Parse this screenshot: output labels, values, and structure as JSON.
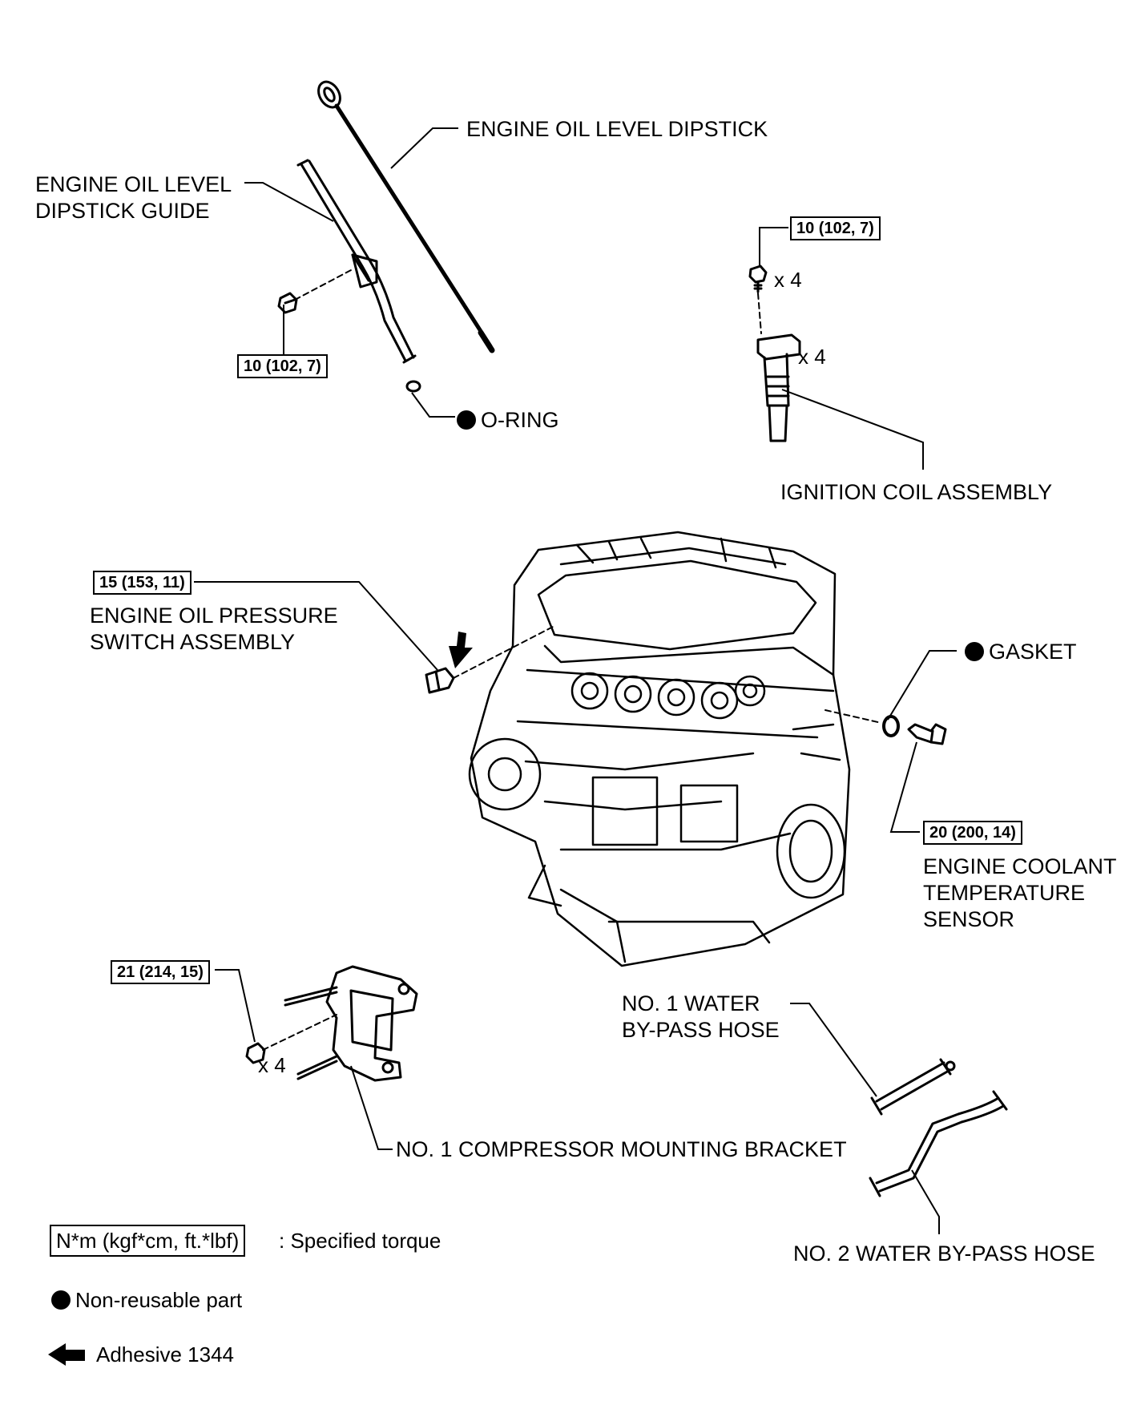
{
  "labels": {
    "dipstick": "ENGINE OIL LEVEL DIPSTICK",
    "guide_l1": "ENGINE OIL LEVEL",
    "guide_l2": "DIPSTICK GUIDE",
    "oring": "O-RING",
    "ignition": "IGNITION COIL ASSEMBLY",
    "pressure_l1": "ENGINE OIL PRESSURE",
    "pressure_l2": "SWITCH ASSEMBLY",
    "gasket": "GASKET",
    "coolant_l1": "ENGINE COOLANT",
    "coolant_l2": "TEMPERATURE",
    "coolant_l3": "SENSOR",
    "hose1_l1": "NO. 1 WATER",
    "hose1_l2": "BY-PASS HOSE",
    "bracket": "NO. 1 COMPRESSOR MOUNTING BRACKET",
    "hose2": "NO. 2 WATER BY-PASS HOSE"
  },
  "torques": {
    "guide_bolt": "10 (102, 7)",
    "coil_bolt": "10 (102, 7)",
    "pressure_switch": "15 (153, 11)",
    "coolant_sensor": "20 (200, 14)",
    "bracket_bolt": "21 (214, 15)"
  },
  "quantities": {
    "coil_bolt": "x 4",
    "coil": "x 4",
    "bracket_bolt": "x 4"
  },
  "legend": {
    "torque_box": "N*m (kgf*cm, ft.*lbf)",
    "torque_text": ": Specified torque",
    "nonreusable": "Non-reusable part",
    "adhesive": "Adhesive 1344"
  }
}
